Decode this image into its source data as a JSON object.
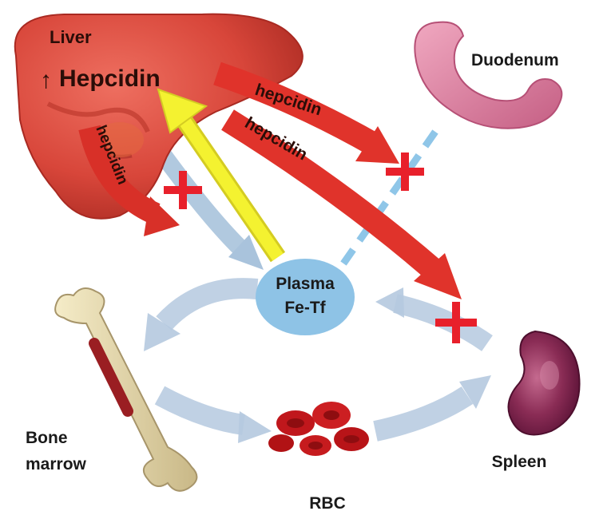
{
  "labels": {
    "liver": "Liver",
    "hepcidin_up_arrow": "↑",
    "hepcidin_main": "Hepcidin",
    "hepcidin_arrow_duodenum": "hepcidin",
    "hepcidin_arrow_spleen": "hepcidin",
    "hepcidin_arrow_liver": "hepcidin",
    "duodenum": "Duodenum",
    "plasma_line1": "Plasma",
    "plasma_line2": "Fe-Tf",
    "bone_line1": "Bone",
    "bone_line2": "marrow",
    "rbc": "RBC",
    "spleen": "Spleen"
  },
  "colors": {
    "liver": "#d8463a",
    "liver_dark": "#a92a22",
    "hepcidin_arrow": "#e0332b",
    "block_cross": "#e8202b",
    "iron_flow": "#a9c3dc",
    "signal_arrow": "#f4f230",
    "plasma": "#8ec3e6",
    "duodenum": "#d97a9c",
    "spleen": "#8a2c55",
    "bone": "#e9ddb0",
    "rbc": "#c0171c"
  },
  "icons": {
    "blocked": "red-cross-icon"
  }
}
